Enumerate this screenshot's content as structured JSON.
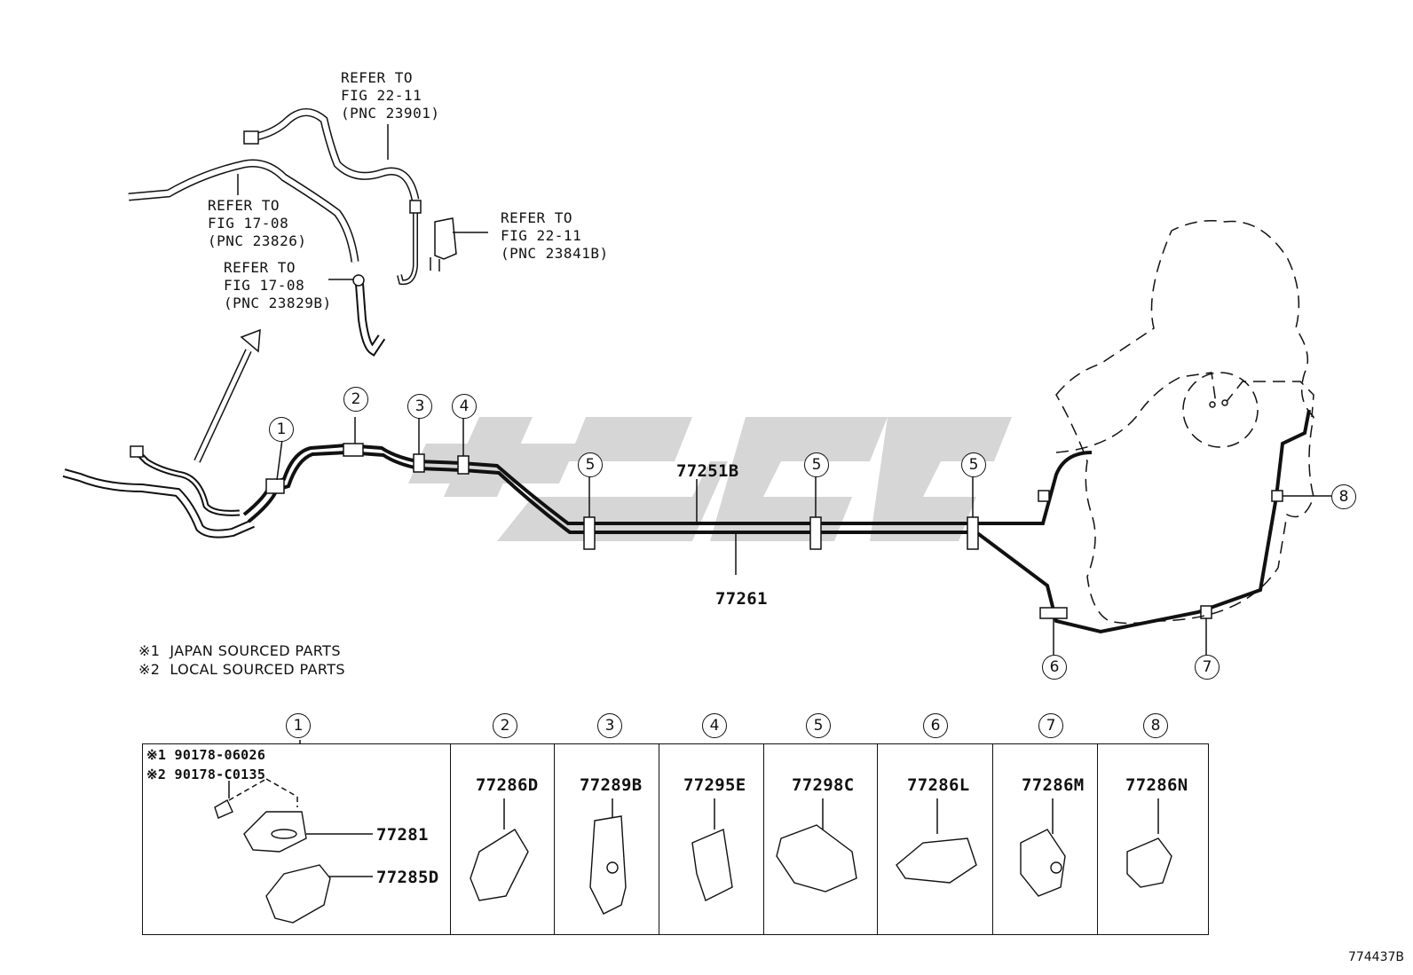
{
  "callouts_top": [
    {
      "label": "REFER TO\nFIG 22-11\n(PNC 23901)"
    },
    {
      "label": "REFER TO\nFIG 17-08\n(PNC 23826)"
    },
    {
      "label": "REFER TO\nFIG 17-08\n(PNC 23829B)"
    },
    {
      "label": "REFER TO\nFIG 22-11\n(PNC 23841B)"
    }
  ],
  "part_numbers_main": {
    "tube_upper": "77251B",
    "tube_lower": "77261"
  },
  "circle_numbers": [
    "1",
    "2",
    "3",
    "4",
    "5",
    "6",
    "7",
    "8"
  ],
  "notes": [
    "※1  JAPAN SOURCED PARTS",
    "※2  LOCAL SOURCED PARTS"
  ],
  "detail_table": {
    "headers": [
      "1",
      "2",
      "3",
      "4",
      "5",
      "6",
      "7",
      "8"
    ],
    "cell1": {
      "note1": "※1 90178-06026",
      "note2": "※2 90178-C0135",
      "part_a": "77281",
      "part_b": "77285D"
    },
    "parts": [
      "77286D",
      "77289B",
      "77295E",
      "77298C",
      "77286L",
      "77286M",
      "77286N"
    ]
  },
  "figure_id": "774437B",
  "watermark_color": "#cfcfcf"
}
